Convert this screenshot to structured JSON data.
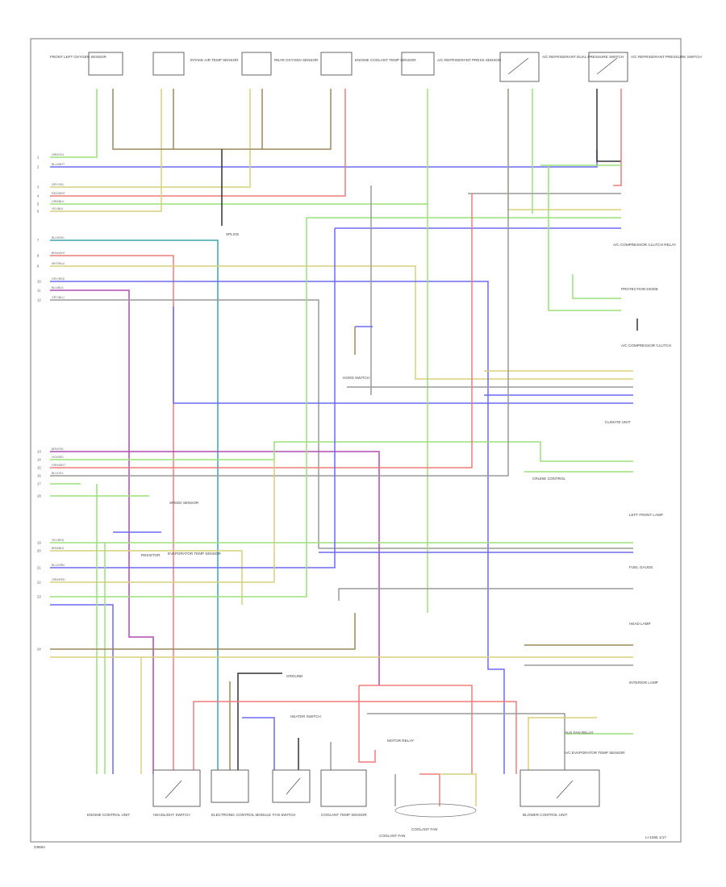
{
  "footer": {
    "left_code": "G9664",
    "right_code": "LI-1066 1/17"
  },
  "colors": {
    "green": "#9be07a",
    "yellow": "#d8d07a",
    "blue": "#6a6af0",
    "red": "#f07a7a",
    "magenta": "#b04ab0",
    "teal": "#3aa9a9",
    "brown": "#9a8a5a",
    "gray": "#9a9a9a",
    "dark": "#333333"
  },
  "top_components": [
    {
      "id": "c1",
      "label": "FRONT LEFT OXYGEN SENSOR"
    },
    {
      "id": "c2",
      "label": "INTAKE AIR TEMP SENSOR"
    },
    {
      "id": "c3",
      "label": "REAR OXYGEN SENSOR"
    },
    {
      "id": "c4",
      "label": "ENGINE COOLANT TEMP SENSOR"
    },
    {
      "id": "c5",
      "label": "A/C REFRIGERANT PRESS SENSOR"
    },
    {
      "id": "c6",
      "label": "A/C REFRIGERANT DUAL PRESSURE SWITCH"
    },
    {
      "id": "c7",
      "label": "A/C REFRIGERANT PRESSURE SWITCH"
    }
  ],
  "bottom_components": [
    {
      "id": "b1",
      "label": "ENGINE CONTROL UNIT"
    },
    {
      "id": "b2",
      "label": "HEADLIGHT SWITCH"
    },
    {
      "id": "b3",
      "label": "ELECTRONIC CONTROL MODULE"
    },
    {
      "id": "b4",
      "label": "FAN SWITCH"
    },
    {
      "id": "b5",
      "label": "COOLANT TEMP SENSOR"
    },
    {
      "id": "b6",
      "label": "MOTOR RELAY"
    },
    {
      "id": "b7",
      "label": "COOLANT FAN"
    },
    {
      "id": "b8",
      "label": "BLOWER CONTROL UNIT"
    }
  ],
  "right_labels": [
    {
      "id": "r1",
      "label": "A/C COMPRESSOR CLUTCH RELAY"
    },
    {
      "id": "r2",
      "label": "PROTECTION DIODE"
    },
    {
      "id": "r3",
      "label": "A/C COMPRESSOR CLUTCH"
    },
    {
      "id": "r4",
      "label": "CLIMATE UNIT"
    },
    {
      "id": "r5",
      "label": "CRUISE CONTROL"
    },
    {
      "id": "r6",
      "label": "LEFT FRONT LAMP"
    },
    {
      "id": "r7",
      "label": "FUEL GAUGE"
    },
    {
      "id": "r8",
      "label": "HEAD LAMP"
    },
    {
      "id": "r9",
      "label": "INTERIOR LAMP"
    },
    {
      "id": "r10",
      "label": "A/C EVAPORATOR TEMP SENSOR"
    }
  ],
  "mid_labels": [
    {
      "id": "m1",
      "label": "SPLICE"
    },
    {
      "id": "m2",
      "label": "HOOD SWITCH"
    },
    {
      "id": "m3",
      "label": "SPEED SENSOR"
    },
    {
      "id": "m4",
      "label": "EVAPORATOR TEMP SENSOR"
    },
    {
      "id": "m5",
      "label": "GROUND"
    },
    {
      "id": "m6",
      "label": "RESISTOR"
    },
    {
      "id": "m7",
      "label": "HEATER SWITCH"
    },
    {
      "id": "m8",
      "label": "AUX FAN RELAY"
    },
    {
      "id": "m9",
      "label": "COOLANT FAN"
    }
  ],
  "pin_numbers": [
    "1",
    "2",
    "3",
    "4",
    "5",
    "6",
    "7",
    "8",
    "9",
    "10",
    "11",
    "12",
    "13",
    "14",
    "15",
    "16",
    "17",
    "18",
    "19",
    "20",
    "21",
    "22",
    "23",
    "24"
  ],
  "wire_codes": [
    "GRN/YEL",
    "BLU/WHT",
    "GRY/YEL",
    "RED/WHT",
    "GRN/BLK",
    "YEL/BLK",
    "BLU/RED",
    "BRN/WHT",
    "WHT/BLU",
    "GRY/RED",
    "BLU/BLK",
    "GRY/BLU",
    "BRN/YEL",
    "VIO/RED",
    "GRN/WHT",
    "BLU/YEL",
    "YEL/RED",
    "BRN/BLK",
    "BLU/GRN",
    "GRN/RED"
  ]
}
